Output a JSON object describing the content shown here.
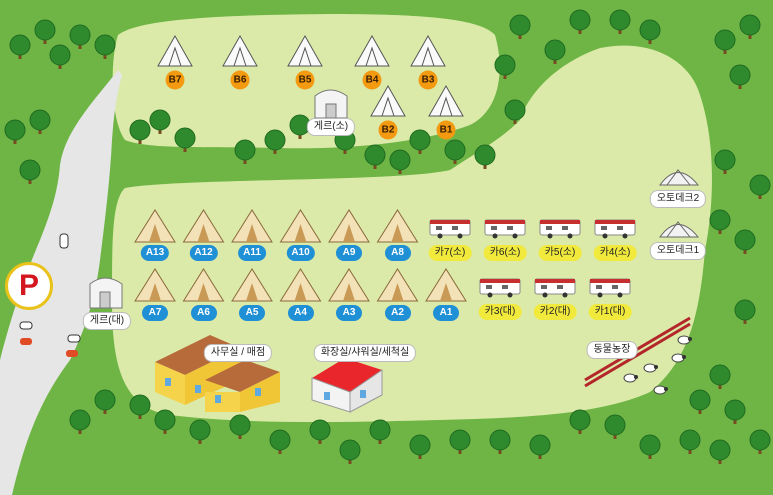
{
  "parking_label": "P",
  "tents_b": [
    "B7",
    "B6",
    "B5",
    "B4",
    "B3",
    "B2",
    "B1"
  ],
  "ger_small": "게르(소)",
  "ger_large": "게르(대)",
  "tents_a_top": [
    "A13",
    "A12",
    "A11",
    "A10",
    "A9",
    "A8"
  ],
  "tents_a_bottom": [
    "A7",
    "A6",
    "A5",
    "A4",
    "A3",
    "A2",
    "A1"
  ],
  "caravans_small": [
    "카7(소)",
    "카6(소)",
    "카5(소)",
    "카4(소)"
  ],
  "caravans_large": [
    "카3(대)",
    "카2(대)",
    "카1(대)"
  ],
  "auto_camp": [
    "오토데크2",
    "오토데크1"
  ],
  "office_label": "사무실 / 매점",
  "restroom_label": "화장실/샤워실/세척실",
  "farm_label": "동물농장",
  "colors": {
    "grass_dark": "#6fb545",
    "grass_light": "#dbeaa9",
    "road": "#e6e6e6",
    "tent_a": "#1f8fd6",
    "tent_b": "#f39a11",
    "caravan": "#f1ea3d"
  }
}
